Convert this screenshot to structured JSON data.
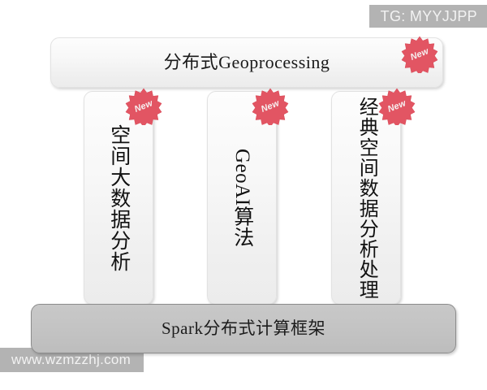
{
  "diagram": {
    "header": {
      "label": "分布式Geoprocessing",
      "badge": "New"
    },
    "columns": [
      {
        "label": "空间大数据分析",
        "badge": "New",
        "mixed_script": false
      },
      {
        "label": "GeoAI算法",
        "badge": "New",
        "mixed_script": true
      },
      {
        "label": "经典空间数据分析处理",
        "badge": "New",
        "mixed_script": false
      }
    ],
    "base": {
      "label": "Spark分布式计算框架"
    }
  },
  "watermarks": {
    "top_right": "TG: MYYJJPP",
    "bottom_left": "www.wzmzzhj.com"
  },
  "colors": {
    "badge_red": "#e25563",
    "badge_red_dark": "#d6404f",
    "panel_light": "#f7f7f7",
    "panel_gray": "#c4c4c4",
    "watermark_gray": "#b3b3b3",
    "text_dark": "#1a1a1a"
  }
}
